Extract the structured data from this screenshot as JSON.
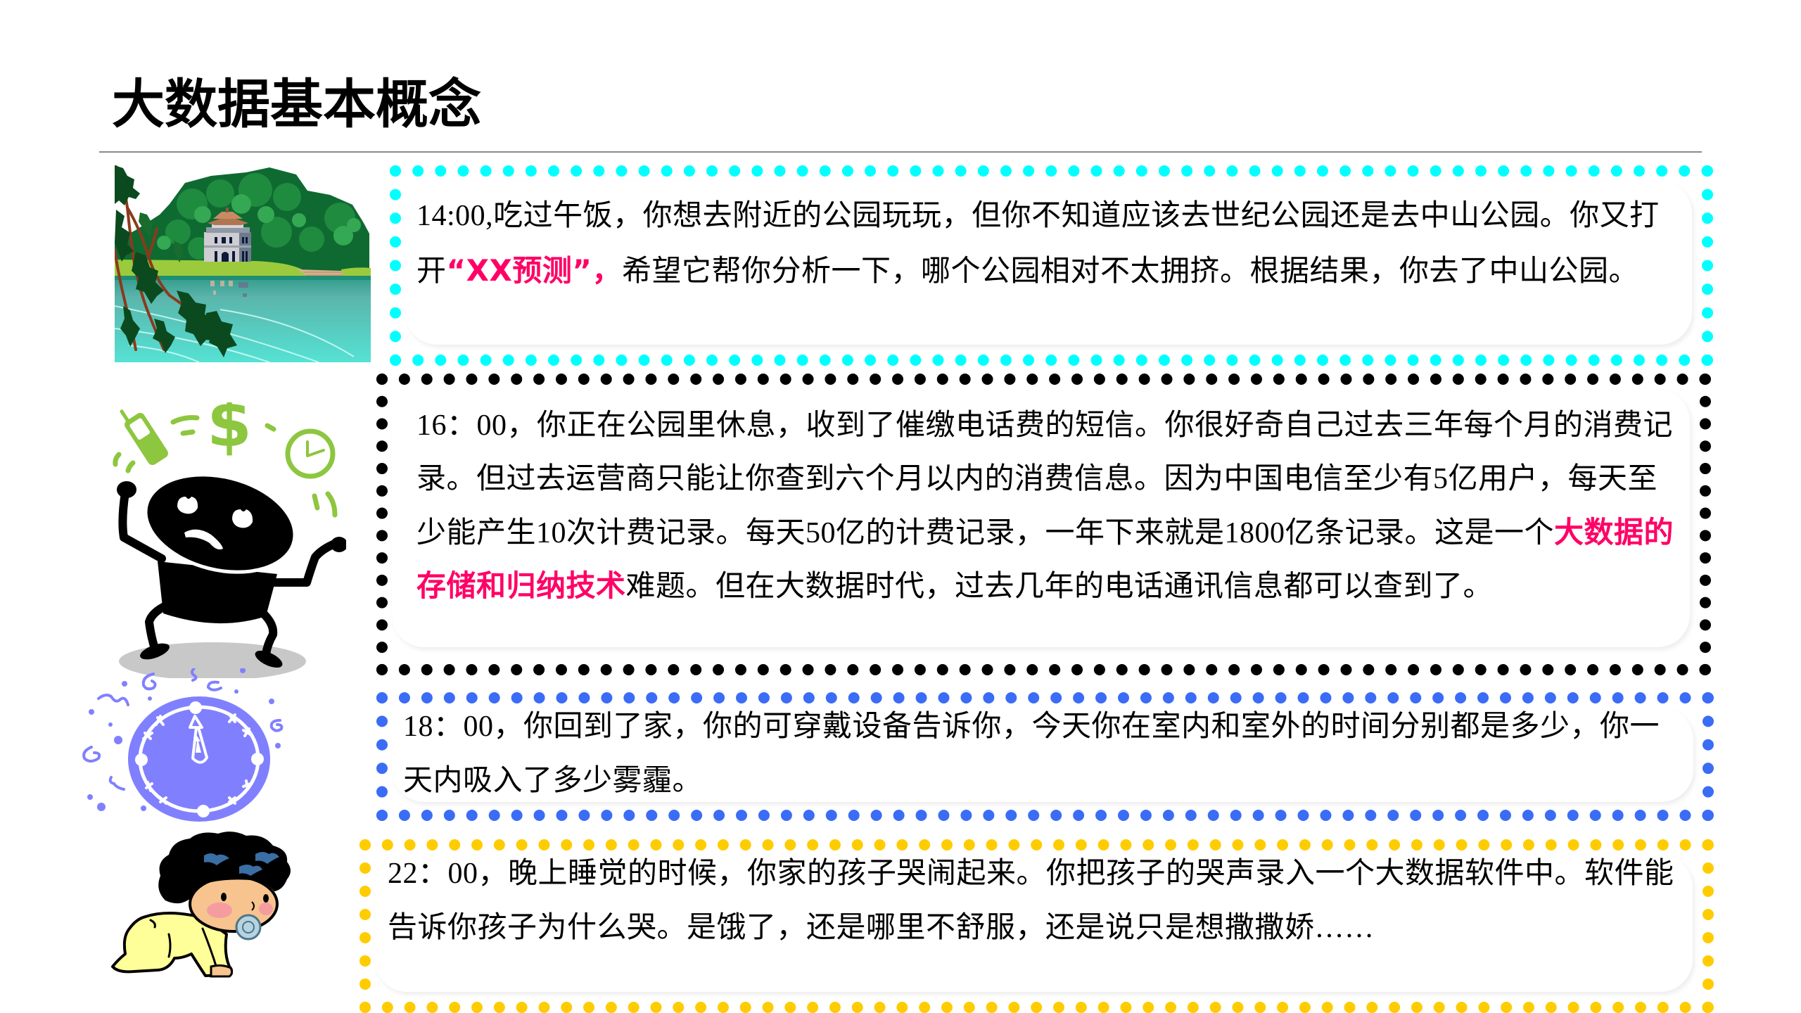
{
  "slide": {
    "title": "大数据基本概念",
    "colors": {
      "highlight": "#FF0066",
      "divider": "#8A8A8A"
    },
    "cards": [
      {
        "border_color": "#00FFFF",
        "border_style": "dotted",
        "illustration": "park-with-pagoda-illustration",
        "lines": [
          [
            {
              "text": "14:00,吃过午饭，你想去附近的公园玩玩，但你不知道应该去世纪公园还是去中山公园。你又打"
            }
          ],
          [
            {
              "text": "开"
            },
            {
              "text": "“XX预测”，",
              "highlight": true
            },
            {
              "text": "希望它帮你分析一下，哪个公园相对不太拥挤。根据结果，你去了中山公园。"
            }
          ]
        ]
      },
      {
        "border_color": "#000000",
        "border_style": "dotted",
        "illustration": "juggling-phone-money-clock-illustration",
        "lines": [
          [
            {
              "text": "16：00，你正在公园里休息，收到了催缴电话费的短信。你很好奇自己过去三年每个月的消费记"
            }
          ],
          [
            {
              "text": "录。但过去运营商只能让你查到六个月以内的消费信息。因为中国电信至少有5亿用户，每天至"
            }
          ],
          [
            {
              "text": "少能产生10次计费记录。每天50亿的计费记录，一年下来就是1800亿条记录。这是一个"
            },
            {
              "text": "大数据的",
              "highlight": true
            }
          ],
          [
            {
              "text": "存储和归纳技术",
              "highlight": true
            },
            {
              "text": "难题。但在大数据时代，过去几年的电话通讯信息都可以查到了。"
            }
          ]
        ]
      },
      {
        "border_color": "#3B6CF6",
        "border_style": "dotted",
        "illustration": "clock-illustration",
        "lines": [
          [
            {
              "text": "18：00，你回到了家，你的可穿戴设备告诉你，今天你在室内和室外的时间分别都是多少，你一"
            }
          ],
          [
            {
              "text": "天内吸入了多少雾霾。"
            }
          ]
        ]
      },
      {
        "border_color": "#FFCC00",
        "border_style": "dotted",
        "illustration": "crawling-baby-illustration",
        "lines": [
          [
            {
              "text": "22：00，晚上睡觉的时候，你家的孩子哭闹起来。你把孩子的哭声录入一个大数据软件中。软件能"
            }
          ],
          [
            {
              "text": "告诉你孩子为什么哭。是饿了，还是哪里不舒服，还是说只是想撒撒娇……"
            }
          ]
        ]
      }
    ]
  }
}
